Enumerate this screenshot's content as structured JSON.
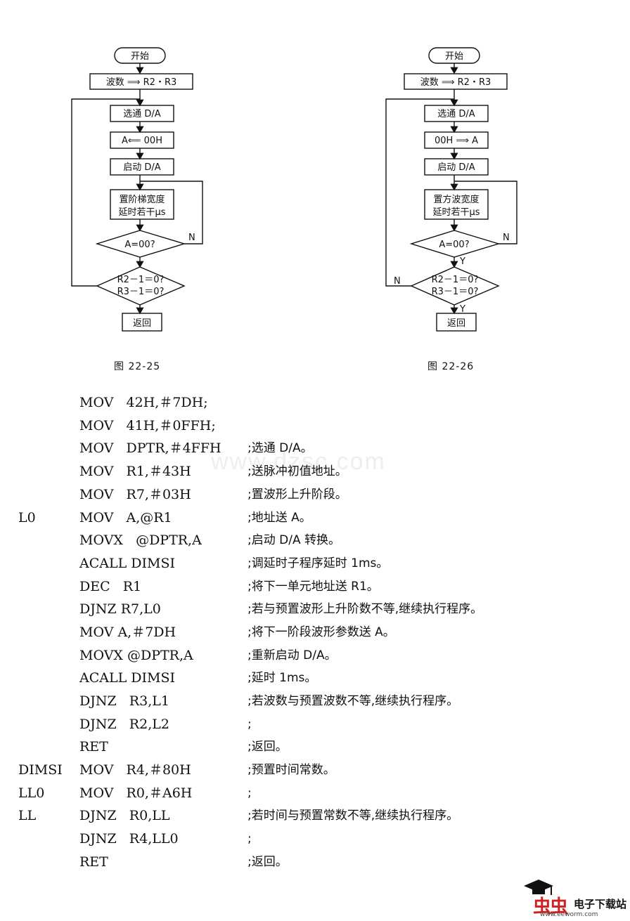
{
  "figures": [
    {
      "caption": "图 22-25",
      "start": "开始",
      "load": "波数 ⟹ R2・R3",
      "select": "选通 D/A",
      "transfer": "A⟸ 00H",
      "launch": "启动 D/A",
      "delay_line1": "置阶梯宽度",
      "delay_line2": "延时若干μs",
      "test": "A=00?",
      "count_line1": "R2－1＝0?",
      "count_line2": "R3－1＝0?",
      "no_label": "N",
      "ret": "返回"
    },
    {
      "caption": "图 22-26",
      "start": "开始",
      "load": "波数 ⟹ R2・R3",
      "select": "选通 D/A",
      "transfer": "00H ⟹ A",
      "launch": "启动 D/A",
      "delay_line1": "置方波宽度",
      "delay_line2": "延时若干μs",
      "test": "A=00?",
      "count_line1": "R2－1＝0?",
      "count_line2": "R3－1＝0?",
      "no_label": "N",
      "no_label2": "N",
      "yes_label": "Y",
      "yes_label2": "Y",
      "ret": "返回"
    }
  ],
  "code": [
    {
      "label": "",
      "instr": "MOV   42H,＃7DH;",
      "comment": ""
    },
    {
      "label": "",
      "instr": "MOV   41H,＃0FFH;",
      "comment": ""
    },
    {
      "label": "",
      "instr": "MOV   DPTR,＃4FFH",
      "comment": ";选通 D/A。"
    },
    {
      "label": "",
      "instr": "MOV   R1,＃43H",
      "comment": ";送脉冲初值地址。"
    },
    {
      "label": "",
      "instr": "MOV   R7,＃03H",
      "comment": ";置波形上升阶段。"
    },
    {
      "label": "L0",
      "instr": "MOV   A,@R1",
      "comment": ";地址送 A。"
    },
    {
      "label": "",
      "instr": "MOVX   @DPTR,A",
      "comment": ";启动 D/A 转换。"
    },
    {
      "label": "",
      "instr": "ACALL DIMSI",
      "comment": ";调延时子程序延时 1ms。"
    },
    {
      "label": "",
      "instr": "DEC   R1",
      "comment": ";将下一单元地址送 R1。"
    },
    {
      "label": "",
      "instr": "DJNZ R7,L0",
      "comment": ";若与预置波形上升阶数不等,继续执行程序。"
    },
    {
      "label": "",
      "instr": "MOV A,＃7DH",
      "comment": ";将下一阶段波形参数送 A。"
    },
    {
      "label": "",
      "instr": "MOVX @DPTR,A",
      "comment": ";重新启动 D/A。"
    },
    {
      "label": "",
      "instr": "ACALL DIMSI",
      "comment": ";延时 1ms。"
    },
    {
      "label": "",
      "instr": "DJNZ   R3,L1",
      "comment": ";若波数与预置波数不等,继续执行程序。"
    },
    {
      "label": "",
      "instr": "DJNZ   R2,L2",
      "comment": ";"
    },
    {
      "label": "",
      "instr": "RET",
      "comment": ";返回。"
    },
    {
      "label": "DIMSI",
      "instr": "MOV   R4,＃80H",
      "comment": ";预置时间常数。"
    },
    {
      "label": "LL0",
      "instr": "MOV   R0,＃A6H",
      "comment": ";"
    },
    {
      "label": "LL",
      "instr": "DJNZ   R0,LL",
      "comment": ";若时间与预置常数不等,继续执行程序。"
    },
    {
      "label": "",
      "instr": "DJNZ   R4,LL0",
      "comment": ";"
    },
    {
      "label": "",
      "instr": "RET",
      "comment": ";返回。"
    }
  ],
  "watermark": "www.dzsc.com",
  "logo": {
    "chars": "虫虫",
    "title": "电子下载站",
    "url": "www.eeworm.com"
  }
}
